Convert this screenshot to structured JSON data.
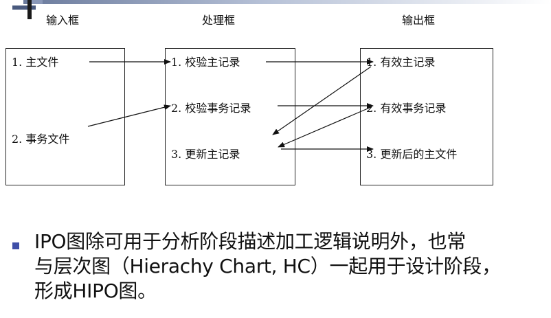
{
  "columns": {
    "input_title": "输入框",
    "process_title": "处理框",
    "output_title": "输出框"
  },
  "input_box": {
    "items": [
      "1. 主文件",
      "2. 事务文件"
    ]
  },
  "process_box": {
    "items": [
      "1. 校验主记录",
      "2. 校验事务记录",
      "3. 更新主记录"
    ]
  },
  "output_box": {
    "items": [
      "1. 有效主记录",
      "2. 有效事务记录",
      "3. 更新后的主文件"
    ]
  },
  "bullet": {
    "text": "IPO图除可用于分析阶段描述加工逻辑说明外，也常\n与层次图（Hierachy Chart, HC）一起用于设计阶段，\n形成HIPO图。"
  },
  "colors": {
    "accent_bullet": "#3f4fa8",
    "title_bar": "#6a7a9c"
  }
}
